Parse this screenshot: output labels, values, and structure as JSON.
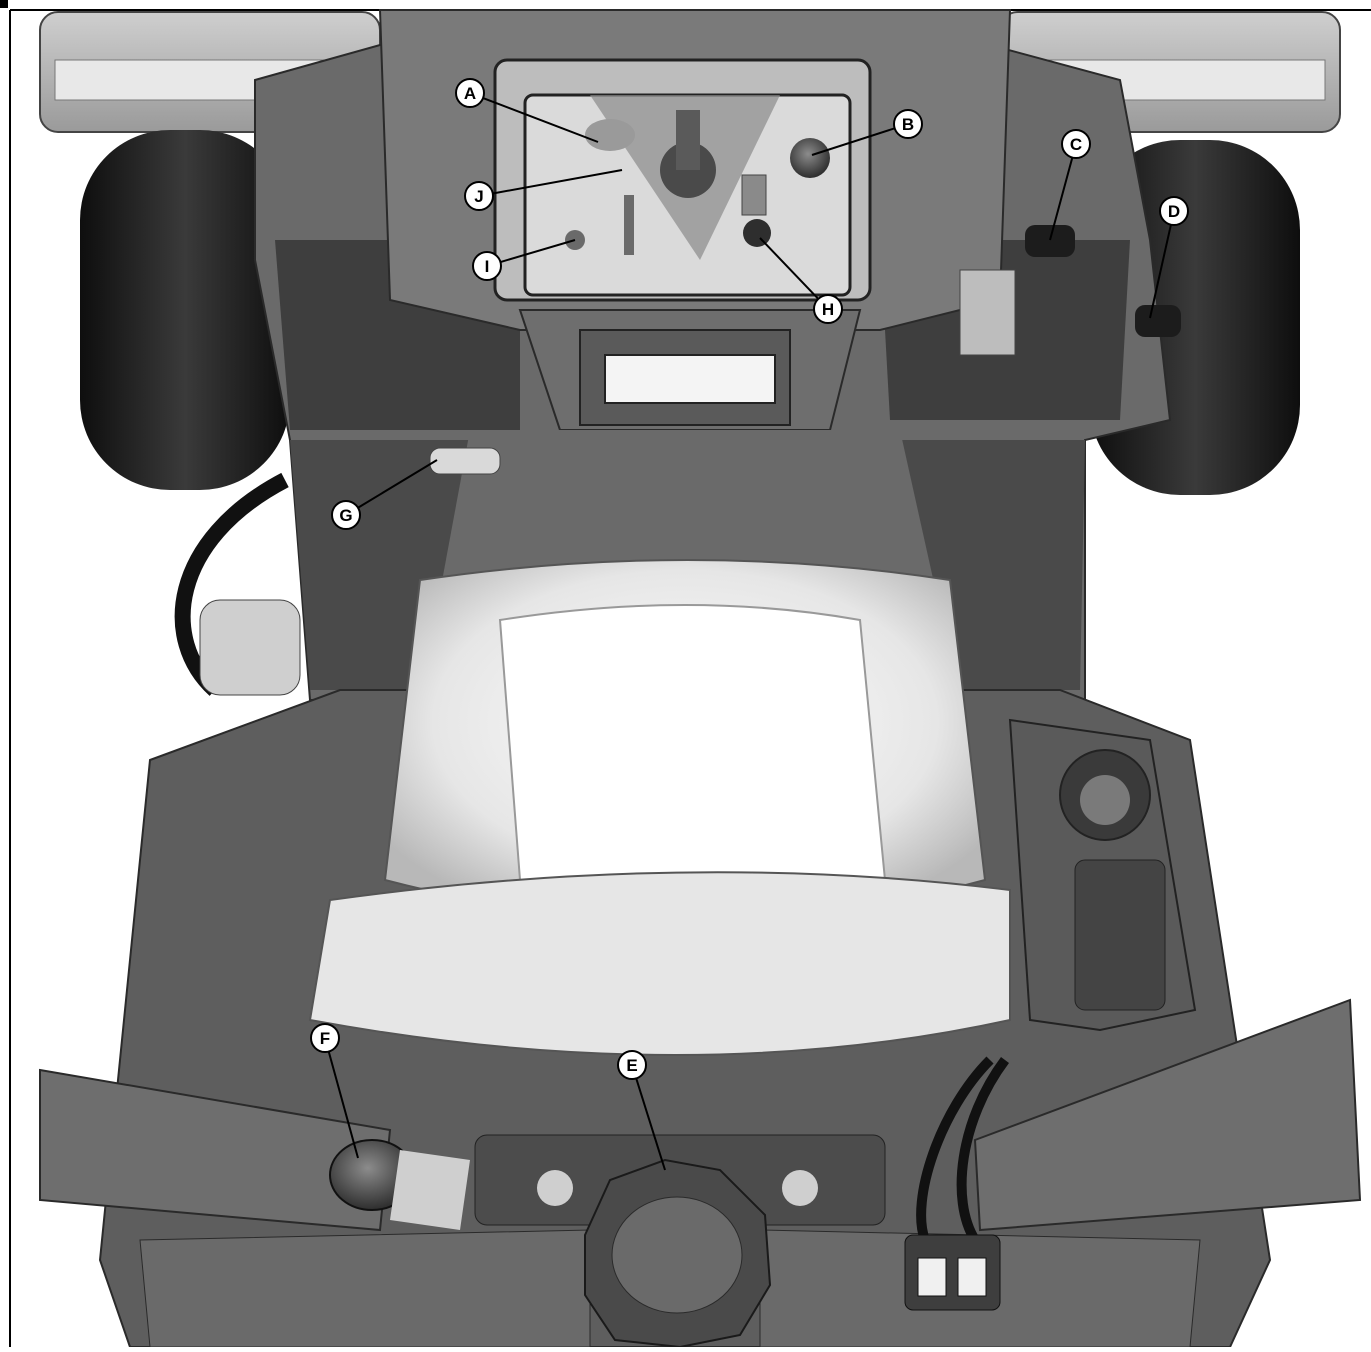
{
  "figure": {
    "callouts": [
      {
        "id": "A",
        "label": "A"
      },
      {
        "id": "B",
        "label": "B"
      },
      {
        "id": "C",
        "label": "C"
      },
      {
        "id": "D",
        "label": "D"
      },
      {
        "id": "E",
        "label": "E"
      },
      {
        "id": "F",
        "label": "F"
      },
      {
        "id": "G",
        "label": "G"
      },
      {
        "id": "H",
        "label": "H"
      },
      {
        "id": "I",
        "label": "I"
      },
      {
        "id": "J",
        "label": "J"
      }
    ]
  },
  "colors": {
    "frame": "#000000",
    "body_dark": "#5e5e5e",
    "body_mid": "#8a8a8a",
    "seat": "#d8d8d8",
    "tire": "#1c1c1c",
    "callout_fill": "#ffffff",
    "callout_stroke": "#000000"
  }
}
